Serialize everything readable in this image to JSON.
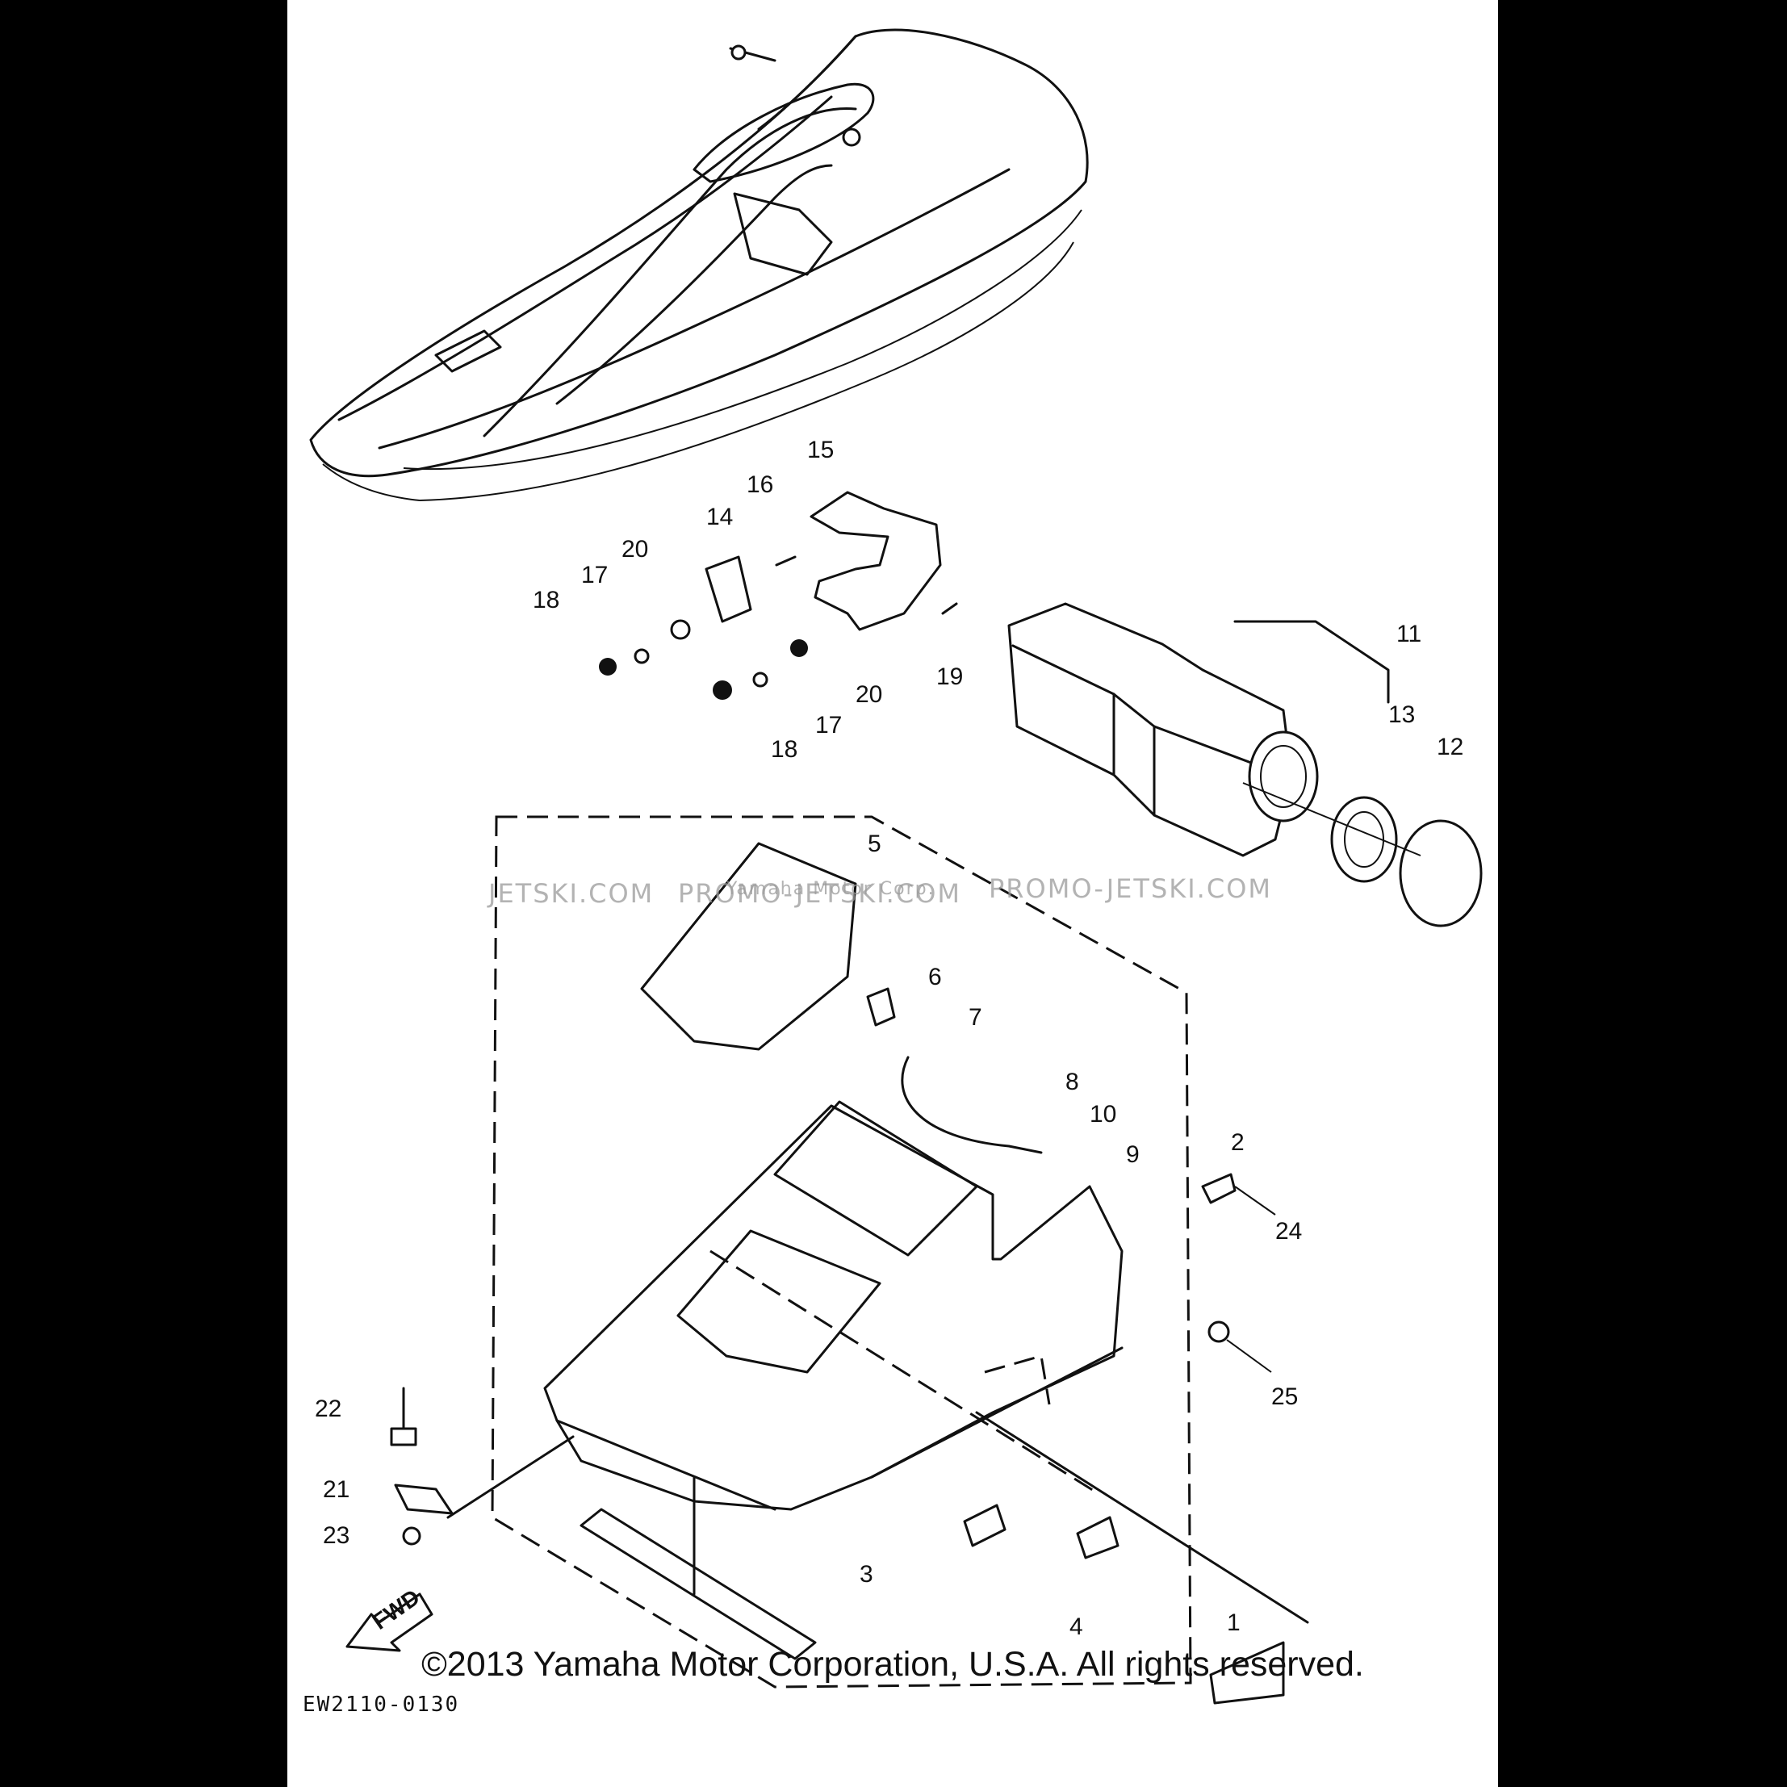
{
  "callouts": [
    "1",
    "2",
    "3",
    "4",
    "5",
    "6",
    "7",
    "8",
    "9",
    "10",
    "11",
    "12",
    "13",
    "14",
    "15",
    "16",
    "17",
    "20",
    "18",
    "17",
    "20",
    "18",
    "19",
    "21",
    "22",
    "23",
    "24",
    "25"
  ],
  "diagram_code": "EW2110-0130",
  "fwd_label": "FWD",
  "watermark": {
    "left": "JETSKI.COM",
    "middle": "PROMO-JETSKI.COM",
    "right": "PROMO-JETSKI.COM",
    "overlay": "Yamaha Motor Corp."
  },
  "copyright": "©2013 Yamaha Motor Corporation, U.S.A. All rights reserved."
}
